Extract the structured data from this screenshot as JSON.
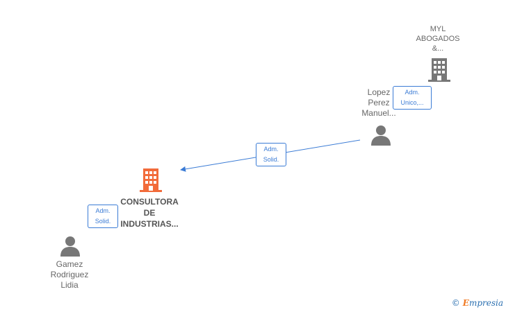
{
  "nodes": {
    "myl": {
      "line1": "MYL",
      "line2": "ABOGADOS",
      "line3": "&...",
      "color": "#777777"
    },
    "lopez": {
      "line1": "Lopez",
      "line2": "Perez",
      "line3": "Manuel..."
    },
    "consultora": {
      "line1": "CONSULTORA",
      "line2": "DE",
      "line3": "INDUSTRIAS...",
      "color": "#f26b3a"
    },
    "gamez": {
      "line1": "Gamez",
      "line2": "Rodriguez",
      "line3": "Lidia"
    }
  },
  "edges": {
    "myl_lopez": {
      "line1": "Adm.",
      "line2": "Unico,..."
    },
    "lopez_consultora": {
      "line1": "Adm.",
      "line2": "Solid."
    },
    "gamez_consultora": {
      "line1": "Adm.",
      "line2": "Solid."
    }
  },
  "footer": {
    "copyright": "©",
    "brand_initial": "E",
    "brand_rest": "mpresia"
  },
  "colors": {
    "edge": "#3a7bd5",
    "person": "#777777"
  }
}
